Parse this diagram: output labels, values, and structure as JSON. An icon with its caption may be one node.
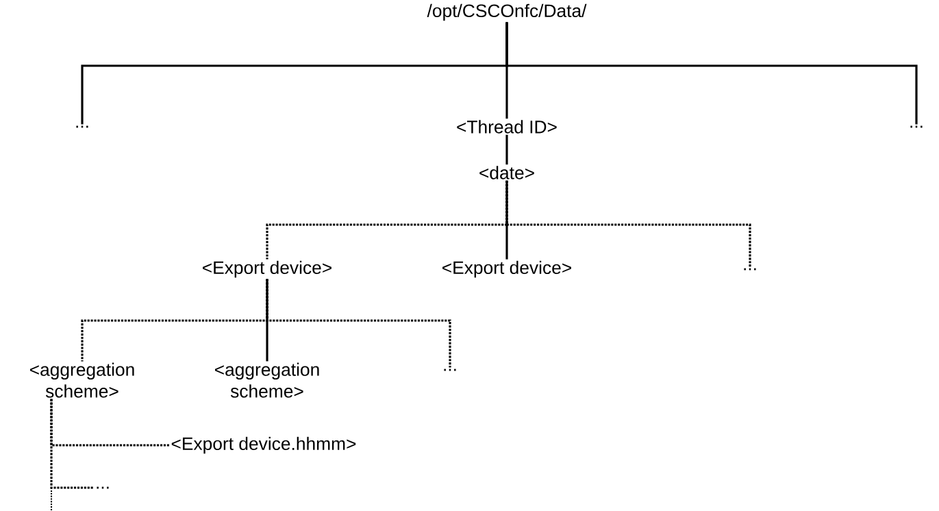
{
  "diagram": {
    "nodes": [
      {
        "text": [
          "/opt/CSCOnfc/Data/"
        ]
      },
      {
        "text": [
          "..."
        ]
      },
      {
        "text": [
          "<Thread ID>"
        ]
      },
      {
        "text": [
          "..."
        ]
      },
      {
        "text": [
          "<date>"
        ]
      },
      {
        "text": [
          "<Export device>"
        ]
      },
      {
        "text": [
          "<Export device>"
        ]
      },
      {
        "text": [
          "..."
        ]
      },
      {
        "text": [
          "<aggregation scheme>"
        ]
      },
      {
        "text": [
          "<aggregation scheme>"
        ]
      },
      {
        "text": [
          "..."
        ]
      },
      {
        "text": [
          "<Export device.hhmm>"
        ]
      },
      {
        "text": [
          "..."
        ]
      }
    ],
    "edges": [
      {
        "from": 0,
        "to": 1,
        "arrow": "none"
      },
      {
        "from": 0,
        "to": 2,
        "arrow": "none"
      },
      {
        "from": 0,
        "to": 3,
        "arrow": "none"
      },
      {
        "from": 2,
        "to": 4,
        "arrow": "none"
      },
      {
        "from": 4,
        "to": 5,
        "arrow": "none",
        "style": "dashed"
      },
      {
        "from": 4,
        "to": 6,
        "arrow": "none"
      },
      {
        "from": 4,
        "to": 7,
        "arrow": "none",
        "style": "dashed"
      },
      {
        "from": 5,
        "to": 8,
        "arrow": "none",
        "style": "dashed"
      },
      {
        "from": 5,
        "to": 9,
        "arrow": "none"
      },
      {
        "from": 5,
        "to": 10,
        "arrow": "none",
        "style": "dashed"
      },
      {
        "from": 8,
        "to": 11,
        "arrow": "none",
        "style": "dashed"
      },
      {
        "from": 8,
        "to": 12,
        "arrow": "none",
        "style": "dashed"
      }
    ]
  }
}
